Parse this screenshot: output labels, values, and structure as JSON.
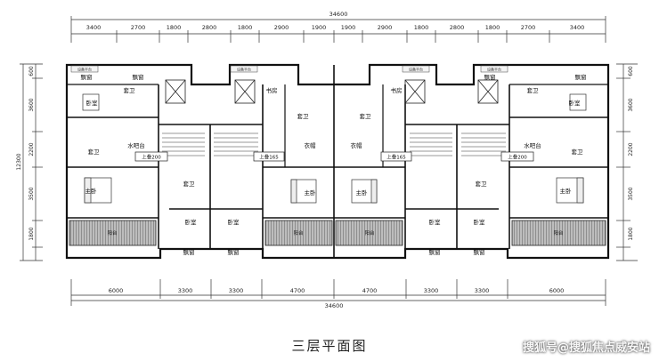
{
  "drawing": {
    "title": "三层平面图",
    "watermark": "搜狐号@搜狐焦点威安站"
  },
  "dimensions": {
    "top_total": "34600",
    "top": [
      "3400",
      "2700",
      "1800",
      "2800",
      "1800",
      "2900",
      "1900",
      "1900",
      "2900",
      "1800",
      "2800",
      "1800",
      "2700",
      "3400"
    ],
    "bottom_total": "34600",
    "bottom": [
      "6000",
      "3300",
      "3300",
      "4700",
      "4700",
      "3300",
      "3300",
      "6000"
    ],
    "left_total": "12300",
    "left": [
      "3600",
      "2200",
      "3500",
      "1800"
    ],
    "right": [
      "3600",
      "2200",
      "3500",
      "1800"
    ],
    "left_outer": "600",
    "right_outer": "600"
  },
  "rooms": {
    "bay_window": "飘窗",
    "bedroom": "卧室",
    "ensuite": "套卫",
    "master_bedroom": "主卧",
    "balcony": "阳台",
    "study": "书房",
    "wardrobe": "衣帽",
    "water_station": "水吧台",
    "stair_up_200": "上叠200",
    "stair_up_165": "上叠165",
    "equipment": "设备平台"
  }
}
